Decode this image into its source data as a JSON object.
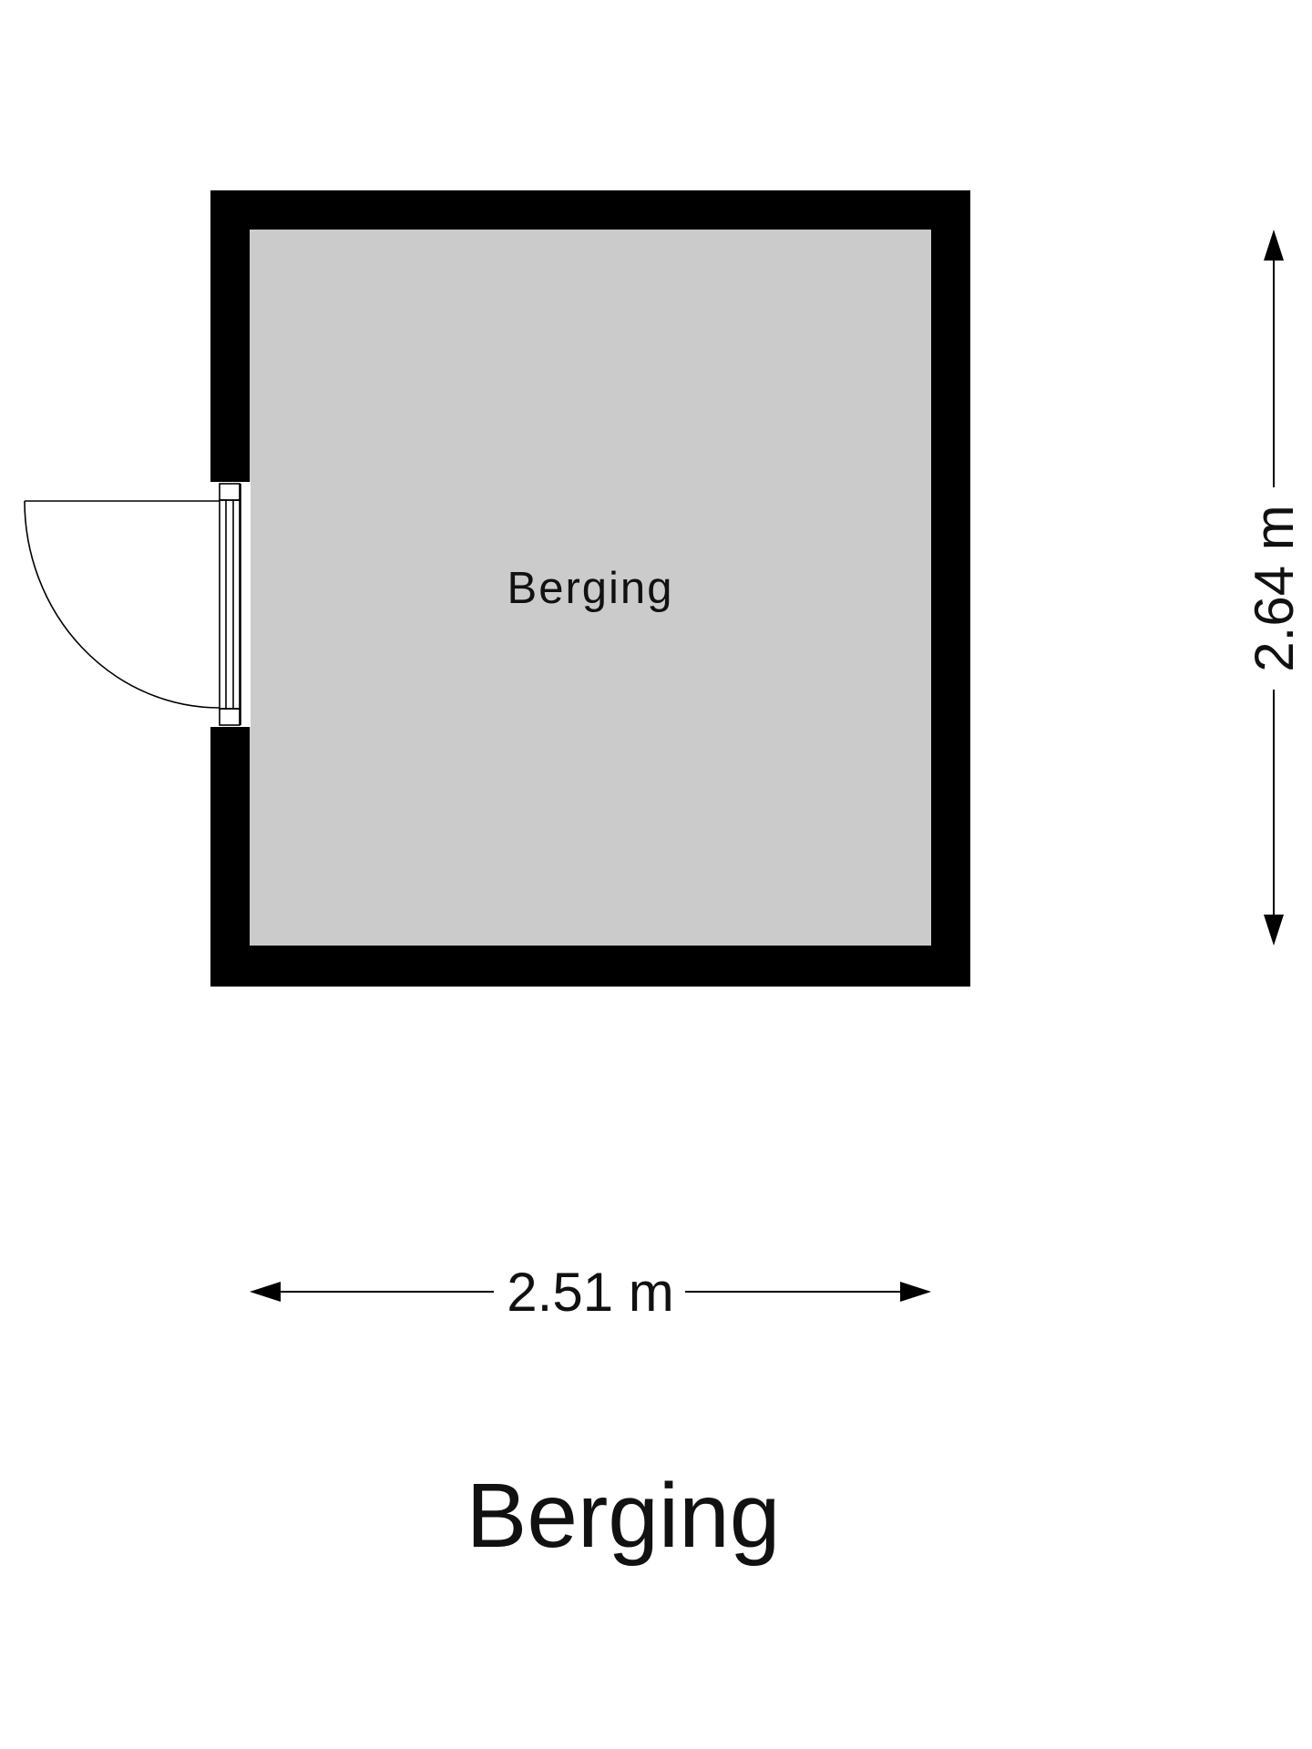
{
  "room": {
    "label": "Berging",
    "floor_color": "#cbcbcb",
    "wall_color": "#000000"
  },
  "dimensions": {
    "width_label": "2.51 m",
    "height_label": "2.64 m"
  },
  "plan": {
    "title": "Berging"
  }
}
